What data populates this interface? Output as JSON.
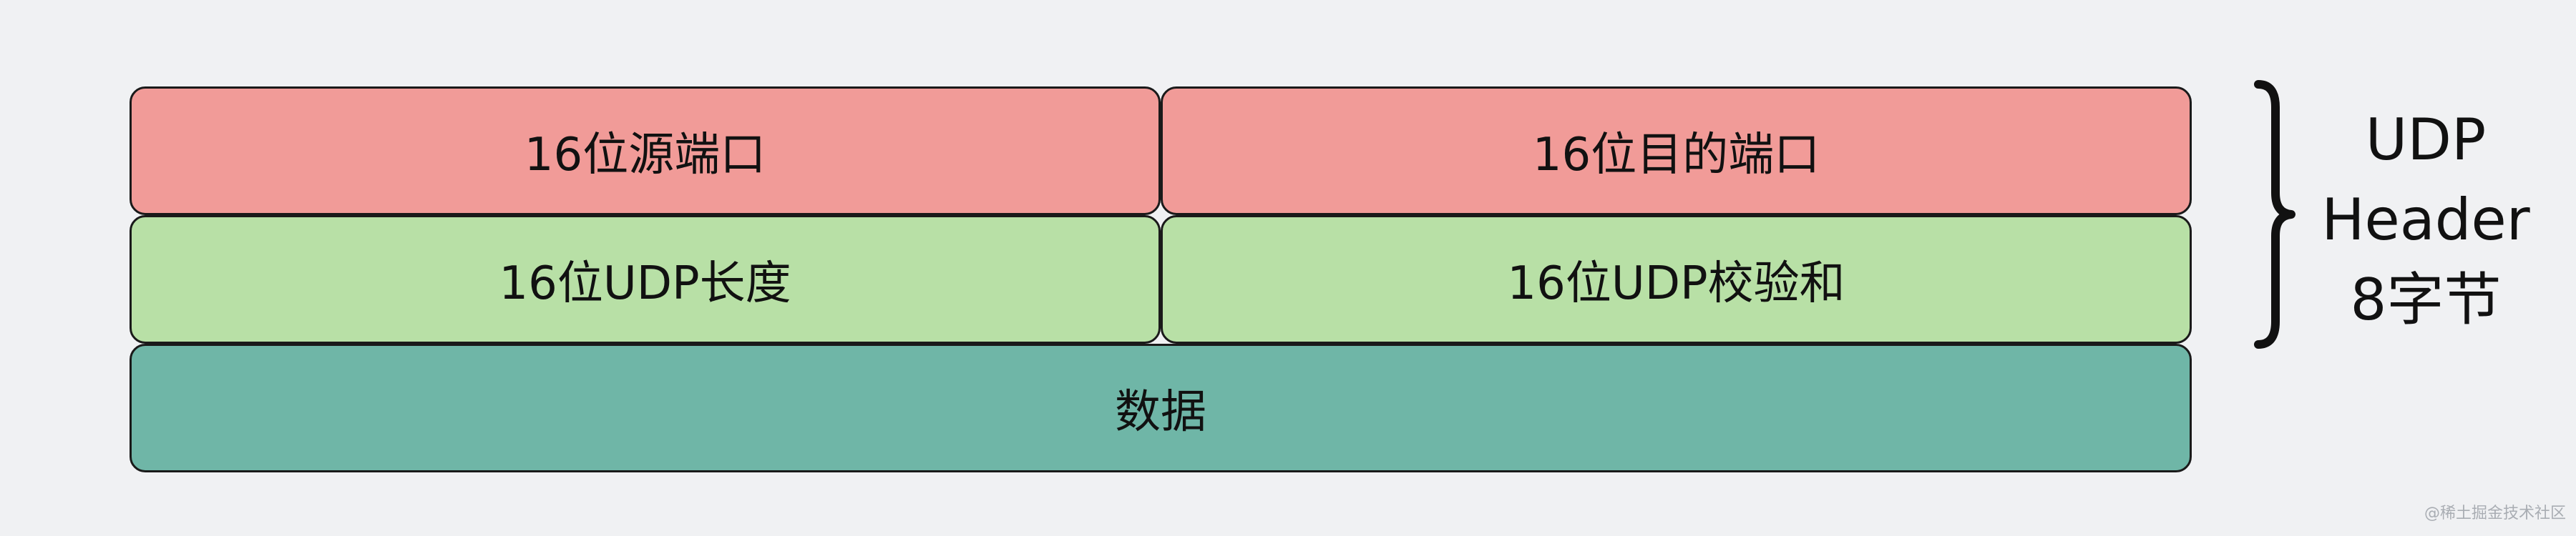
{
  "diagram": {
    "rows": [
      {
        "cells": [
          {
            "label": "16位源端口"
          },
          {
            "label": "16位目的端口"
          }
        ]
      },
      {
        "cells": [
          {
            "label": "16位UDP长度"
          },
          {
            "label": "16位UDP校验和"
          }
        ]
      },
      {
        "cells": [
          {
            "label": "数据"
          }
        ]
      }
    ],
    "side_label": {
      "line1": "UDP",
      "line2": "Header",
      "line3": "8字节"
    },
    "colors": {
      "header_row": "#f19b98",
      "length_row": "#b8e0a6",
      "data_row": "#6fb6a7",
      "background": "#f0f1f3",
      "border": "#1a1a1a"
    }
  },
  "watermark": "@稀土掘金技术社区"
}
